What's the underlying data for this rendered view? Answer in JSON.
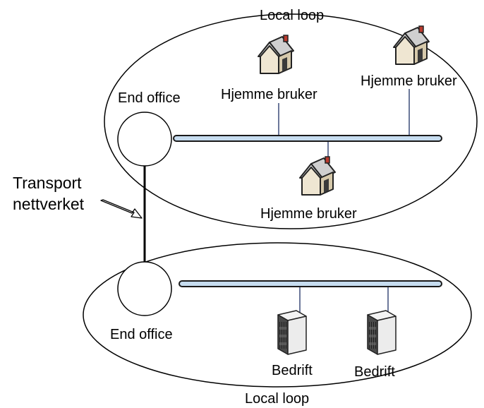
{
  "top_network": {
    "loop_label": "Local loop",
    "office_label": "End office",
    "users": [
      {
        "label": "Hjemme bruker",
        "icon": "house-icon"
      },
      {
        "label": "Hjemme bruker",
        "icon": "house-icon"
      },
      {
        "label": "Hjemme bruker",
        "icon": "house-icon"
      }
    ]
  },
  "bottom_network": {
    "loop_label": "Local loop",
    "office_label": "End office",
    "users": [
      {
        "label": "Bedrift",
        "icon": "office-building-icon"
      },
      {
        "label": "Bedrift",
        "icon": "office-building-icon"
      }
    ]
  },
  "transport": {
    "label_line1": "Transport",
    "label_line2": "nettverket"
  },
  "colors": {
    "bus_fill": "#c6dcef",
    "house_wall": "#efe6d2",
    "house_roof": "#d9d9d9",
    "chimney": "#b93a2e",
    "server_body": "#ececec",
    "server_front": "#4a4a4a",
    "link_line": "#3a4a78"
  }
}
